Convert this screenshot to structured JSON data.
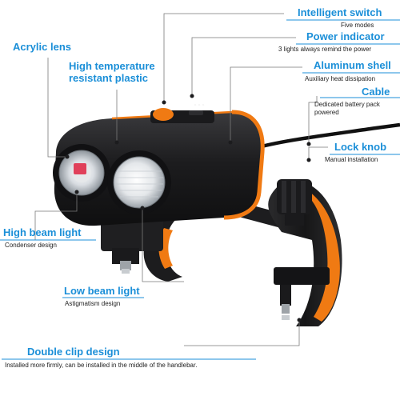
{
  "colors": {
    "accent": "#1b8fd8",
    "orange": "#f07a13",
    "body": "#1b1b1d",
    "leader": "#7a7a7a"
  },
  "callouts": {
    "intelligent_switch": {
      "title": "Intelligent switch",
      "sub": "Five modes"
    },
    "power_indicator": {
      "title": "Power indicator",
      "sub": "3 lights always remind the power"
    },
    "aluminum_shell": {
      "title": "Aluminum shell",
      "sub": "Auxiliary heat dissipation"
    },
    "cable": {
      "title": "Cable",
      "sub": "Dedicated battery pack powered"
    },
    "lock_knob": {
      "title": "Lock knob",
      "sub": "Manual installation"
    },
    "acrylic_lens": {
      "title": "Acrylic lens"
    },
    "high_temp_plastic": {
      "title": "High temperature resistant plastic"
    },
    "high_beam": {
      "title": "High beam light",
      "sub": "Condenser design"
    },
    "low_beam": {
      "title": "Low beam light",
      "sub": "Astigmatism design"
    },
    "double_clip": {
      "title": "Double clip design",
      "sub": "Installed more firmly, can be installed in the middle of the handlebar."
    }
  }
}
